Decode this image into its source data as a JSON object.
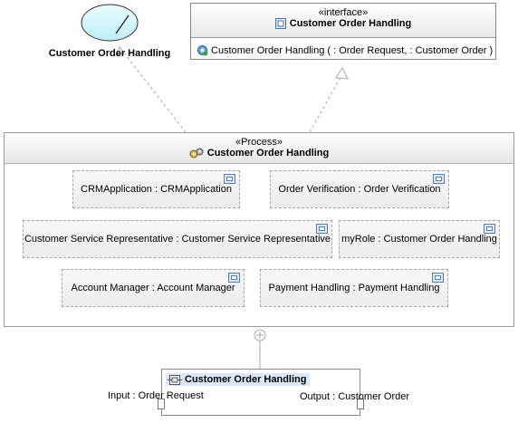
{
  "use_case": {
    "label": "Customer Order Handling"
  },
  "interface": {
    "stereotype": "«interface»",
    "name": "Customer Order Handling",
    "operation": "Customer Order Handling (  : Order Request,  : Customer Order )"
  },
  "process": {
    "stereotype": "«Process»",
    "name": "Customer Order Handling",
    "parts": [
      "CRMApplication : CRMApplication",
      "Order Verification : Order Verification",
      "Customer Service Representative : Customer Service Representative",
      "myRole : Customer Order Handling",
      "Account Manager : Account Manager",
      "Payment Handling : Payment Handling"
    ]
  },
  "implementation": {
    "name": "Customer Order Handling",
    "input": "Input : Order Request",
    "output": "Output : Customer Order"
  }
}
